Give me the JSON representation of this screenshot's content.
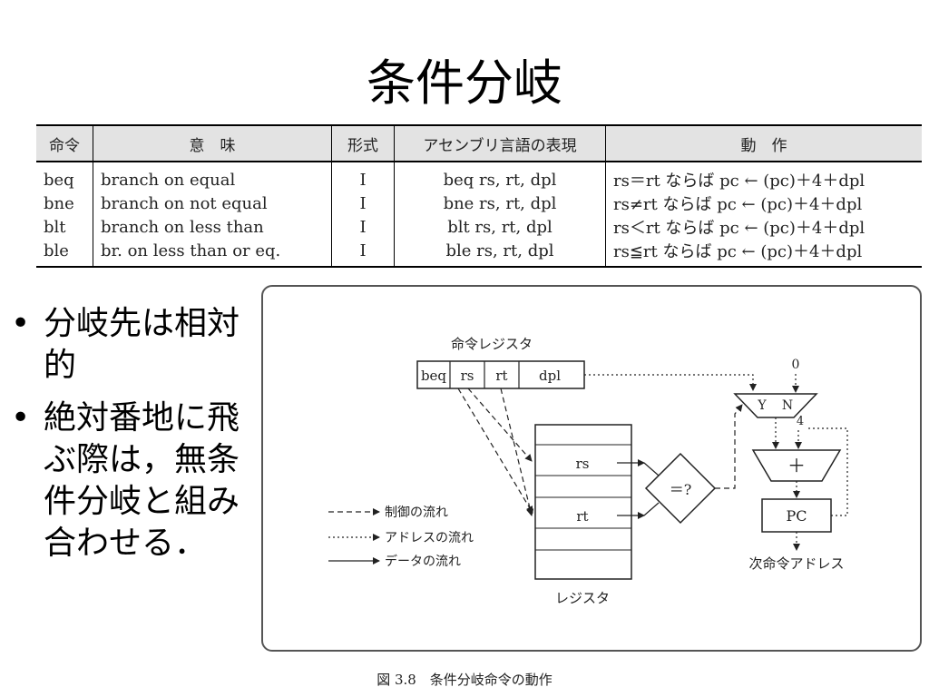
{
  "slide": {
    "title": "条件分岐",
    "table": {
      "headers": [
        "命令",
        "意　味",
        "形式",
        "アセンブリ言語の表現",
        "動　作"
      ],
      "rows": [
        [
          "beq",
          "branch on equal",
          "I",
          "beq rs,  rt,  dpl",
          "rs＝rt ならば pc ← (pc)＋4＋dpl"
        ],
        [
          "bne",
          "branch on not equal",
          "I",
          "bne rs,  rt,  dpl",
          "rs≠rt ならば pc ← (pc)＋4＋dpl"
        ],
        [
          "blt",
          "branch on less than",
          "I",
          "blt rs,  rt,  dpl",
          "rs＜rt ならば pc ← (pc)＋4＋dpl"
        ],
        [
          "ble",
          "br. on less than or eq.",
          "I",
          "ble rs,  rt,  dpl",
          "rs≦rt ならば pc ← (pc)＋4＋dpl"
        ]
      ]
    },
    "bullets": [
      "分岐先は相対的",
      "絶対番地に飛ぶ際は，無条件分岐と組み合わせる．"
    ],
    "bullet_symbol": "•",
    "figure": {
      "ir_label": "命令レジスタ",
      "ir_fields": [
        "beq",
        "rs",
        "rt",
        "dpl"
      ],
      "regfile_label": "レジスタ",
      "rs_label": "rs",
      "rt_label": "rt",
      "compare_label": "＝?",
      "mux_y": "Y",
      "mux_n": "N",
      "const_zero": "0",
      "const_four": "4",
      "adder_label": "＋",
      "pc_label": "PC",
      "next_label": "次命令アドレス",
      "legend": [
        "制御の流れ",
        "アドレスの流れ",
        "データの流れ"
      ]
    },
    "caption": "図 3.8　条件分岐命令の動作"
  }
}
